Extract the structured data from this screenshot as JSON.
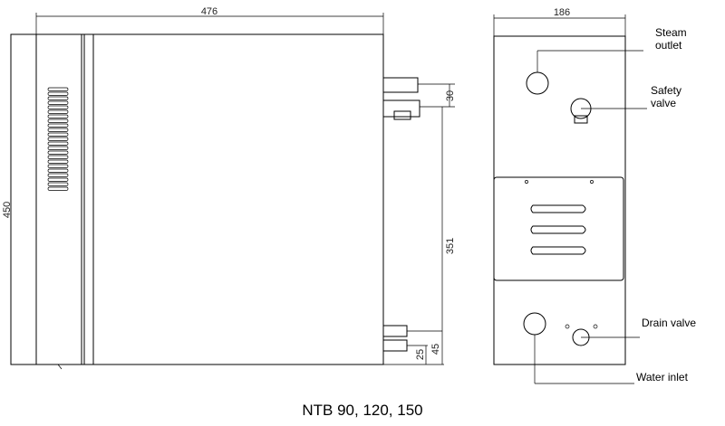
{
  "dimensions": {
    "side_width": "476",
    "side_height": "450",
    "outlet_gap": "30",
    "inlet_height": "351",
    "drain_low": "25",
    "drain_high": "45",
    "front_width": "186"
  },
  "labels": {
    "steam_line1": "Steam",
    "steam_line2": "outlet",
    "safety_line1": "Safety",
    "safety_line2": "valve",
    "drain": "Drain valve",
    "water": "Water inlet"
  },
  "caption": "NTB 90, 120, 150"
}
